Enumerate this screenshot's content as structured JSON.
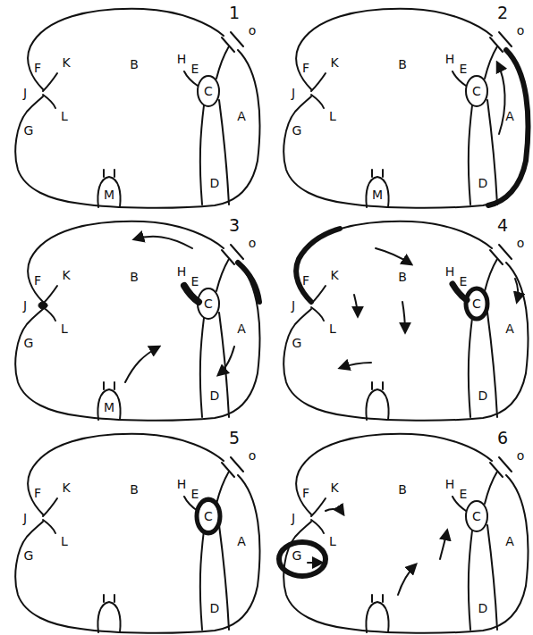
{
  "diagram": {
    "labels": [
      "1",
      "o",
      "F",
      "K",
      "B",
      "H",
      "E",
      "C",
      "A",
      "J",
      "G",
      "L",
      "M",
      "D",
      "2",
      "o",
      "F",
      "K",
      "B",
      "H",
      "E",
      "C",
      "A",
      "J",
      "G",
      "L",
      "M",
      "D",
      "3",
      "o",
      "F",
      "K",
      "B",
      "H",
      "E",
      "C",
      "A",
      "J",
      "G",
      "L",
      "M",
      "D",
      "4",
      "o",
      "F",
      "K",
      "B",
      "H",
      "E",
      "C",
      "A",
      "J",
      "G",
      "L",
      "D",
      "5",
      "o",
      "F",
      "K",
      "B",
      "H",
      "E",
      "C",
      "A",
      "J",
      "G",
      "L",
      "D",
      "6",
      "o",
      "F",
      "K",
      "B",
      "H",
      "E",
      "C",
      "A",
      "J",
      "G",
      "L",
      "D"
    ]
  }
}
